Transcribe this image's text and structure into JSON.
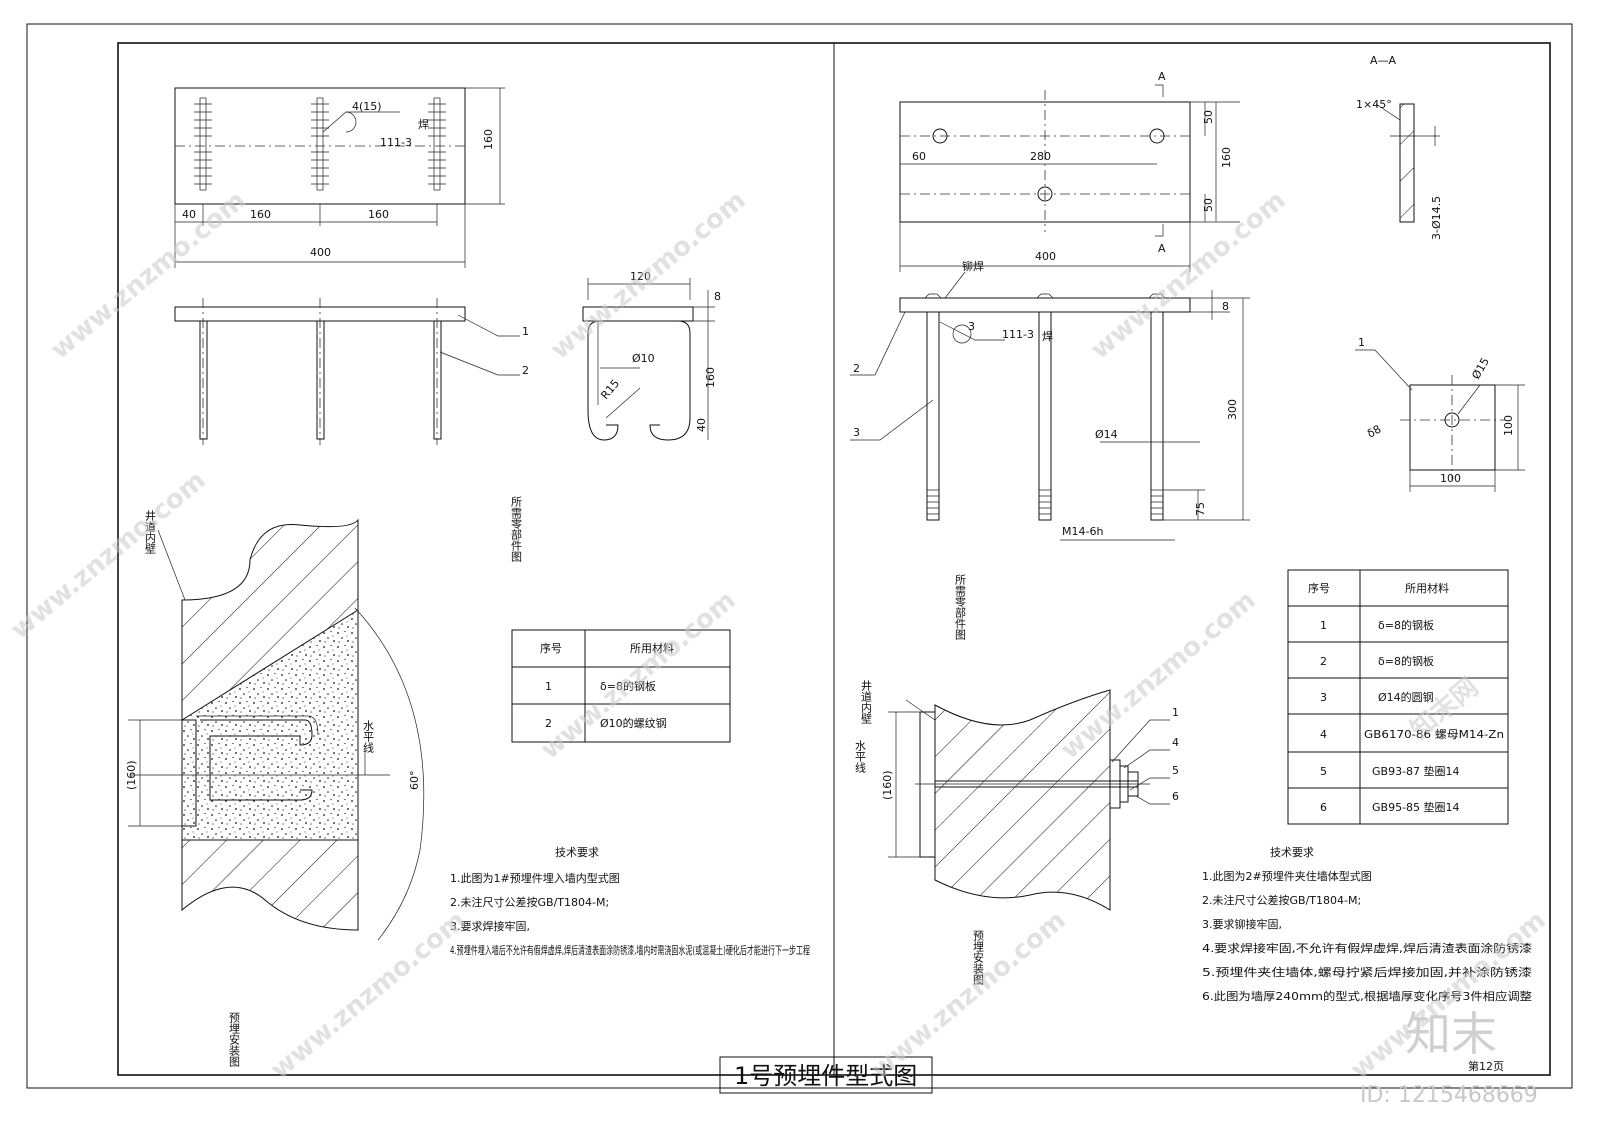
{
  "title_block": {
    "title": "1号预埋件型式图",
    "page_label": "第12页"
  },
  "left": {
    "plan": {
      "dim_total": "400",
      "dim_40": "40",
      "dim_160a": "160",
      "dim_160b": "160",
      "dim_height": "160",
      "weld_symbol": "4(15)",
      "weld_note": "111-3",
      "weld_glyph": "焊"
    },
    "elev": {
      "callout_1": "1",
      "callout_2": "2"
    },
    "bar": {
      "width": "120",
      "thk": "8",
      "dia": "Ø10",
      "radius": "R15",
      "height": "160",
      "end": "40"
    },
    "parts_caption": "所需零部件图",
    "install": {
      "wall": "井道内壁",
      "level": "水平线",
      "height": "(160)",
      "angle": "60°"
    },
    "install_caption": "预埋安装图",
    "table": {
      "headers": [
        "序号",
        "所用材料"
      ],
      "rows": [
        [
          "1",
          "δ=8的钢板"
        ],
        [
          "2",
          "Ø10的螺纹钢"
        ]
      ]
    },
    "notes_title": "技术要求",
    "notes": [
      "1.此图为1#预埋件埋入墙内型式图",
      "2.未注尺寸公差按GB/T1804-M;",
      "3.要求焊接牢固,",
      "4.预埋件埋入墙后不允许有假焊虚焊,焊后清渣表面涂防锈漆,墙内时需浇固水泥(或混凝土)硬化后才能进行下一步工程"
    ]
  },
  "right": {
    "plan": {
      "dim_400": "400",
      "dim_60": "60",
      "dim_280": "280",
      "dim_50a": "50",
      "dim_50b": "50",
      "dim_160": "160",
      "section": "A",
      "section_title": "A—A"
    },
    "section_view": {
      "chamfer": "1×45°",
      "holes": "3-Ø14.5"
    },
    "elev": {
      "weld_top": "铆焊",
      "weld_symbol": "3",
      "weld_note": "111-3",
      "weld_glyph": "焊",
      "callout_2": "2",
      "callout_3": "3",
      "thk": "8",
      "height": "300",
      "rod": "Ø14",
      "thread": "75",
      "thread_spec": "M14-6h"
    },
    "plate": {
      "callout": "1",
      "hole": "Ø15",
      "thk": "δ8",
      "w": "100",
      "h": "100"
    },
    "parts_caption": "所需零部件图",
    "install": {
      "wall": "井道内壁",
      "level": "水平线",
      "height": "(160)",
      "c1": "1",
      "c4": "4",
      "c5": "5",
      "c6": "6"
    },
    "install_caption": "预埋安装图",
    "table": {
      "headers": [
        "序号",
        "所用材料"
      ],
      "rows": [
        [
          "1",
          "δ=8的钢板"
        ],
        [
          "2",
          "δ=8的钢板"
        ],
        [
          "3",
          "Ø14的圆钢"
        ],
        [
          "4",
          "GB6170-86 螺母M14-Zn"
        ],
        [
          "5",
          "GB93-87 垫圈14"
        ],
        [
          "6",
          "GB95-85 垫圈14"
        ]
      ]
    },
    "notes_title": "技术要求",
    "notes": [
      "1.此图为2#预埋件夹住墙体型式图",
      "2.未注尺寸公差按GB/T1804-M;",
      "3.要求铆接牢固,",
      "4.要求焊接牢固,不允许有假焊虚焊,焊后清渣表面涂防锈漆",
      "5.预埋件夹住墙体,螺母拧紧后焊接加固,并补涂防锈漆",
      "6.此图为墙厚240mm的型式,根据墙厚变化序号3件相应调整"
    ]
  },
  "watermark": {
    "text": "www.znzmo.com",
    "brand": "知末网",
    "logo": "知末",
    "id": "ID: 1215468669"
  }
}
